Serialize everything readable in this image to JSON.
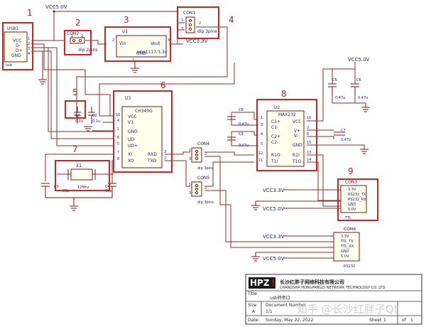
{
  "annotations": [
    "1",
    "2",
    "3",
    "4",
    "5",
    "6",
    "7",
    "8",
    "9"
  ],
  "power": {
    "vcc5": "VCC5.0V",
    "vcc33": "VCC3.3V"
  },
  "usb1": {
    "ref": "USB1",
    "pins": [
      "VCC",
      "D-",
      "D+",
      "GND"
    ],
    "nums": [
      "1",
      "2",
      "3",
      "4"
    ],
    "foot": "usb"
  },
  "con2": {
    "ref": "CON2",
    "nums": [
      "1",
      "2"
    ],
    "value": "dip 2pins"
  },
  "u1": {
    "ref": "U1",
    "vin": "Vin",
    "vout": "Vout",
    "gnd": "GND",
    "value": "ams1117-3.3v",
    "n1": "1",
    "n2": "2",
    "n3": "3"
  },
  "con1": {
    "ref": "CON1",
    "nums": [
      "1",
      "2",
      "3"
    ],
    "value": "dip 3pins"
  },
  "caps": {
    "c1": {
      "ref": "C1",
      "value": "0.1u"
    },
    "c2": {
      "ref": "C2",
      "value": "0.1u"
    },
    "c3": {
      "ref": "C3",
      "value": "33p"
    },
    "c4": {
      "ref": "C4",
      "value": "33p"
    },
    "c5": {
      "ref": "C5",
      "value": "0.47u"
    },
    "c6": {
      "ref": "C6",
      "value": "0.47u"
    },
    "c7": {
      "ref": "C7",
      "value": "0.47u"
    },
    "c8": {
      "ref": "C8",
      "value": "0.47u"
    },
    "c9": {
      "ref": "C9",
      "value": "0.47u"
    }
  },
  "x1": {
    "ref": "X1",
    "value": "12Mhz"
  },
  "u3": {
    "ref": "U3",
    "value": "CH340G",
    "left_pins": [
      {
        "num": "16",
        "name": "VCC"
      },
      {
        "num": "4",
        "name": "V3"
      },
      {
        "num": "1",
        "name": "GND"
      },
      {
        "num": "6",
        "name": "UD-"
      },
      {
        "num": "5",
        "name": "UD+"
      },
      {
        "num": "7",
        "name": "XI"
      },
      {
        "num": "8",
        "name": "XO"
      }
    ],
    "right_pins": [
      {
        "num": "3",
        "name": "RXD"
      },
      {
        "num": "2",
        "name": "TXD"
      }
    ]
  },
  "u2": {
    "ref": "U2",
    "value": "MAX232",
    "left_pins": [
      {
        "num": "1",
        "name": "C1+"
      },
      {
        "num": "3",
        "name": "C1-"
      },
      {
        "num": "4",
        "name": "C2+"
      },
      {
        "num": "5",
        "name": "C2-"
      },
      {
        "num": "12",
        "name": "R1O"
      },
      {
        "num": "11",
        "name": "T1I"
      }
    ],
    "right_pins": [
      {
        "num": "16",
        "name": "VCC"
      },
      {
        "num": "2",
        "name": "V+"
      },
      {
        "num": "6",
        "name": "V-"
      },
      {
        "num": "15",
        "name": "GND"
      },
      {
        "num": "13",
        "name": "R1I"
      },
      {
        "num": "14",
        "name": "T1O"
      }
    ]
  },
  "con4": {
    "ref": "CON4",
    "nums": [
      "1",
      "2",
      "3"
    ],
    "value": "dip 3pins"
  },
  "con5": {
    "ref": "CON5",
    "nums": [
      "1",
      "2",
      "3"
    ],
    "value": "dip 3pins"
  },
  "con3": {
    "ref": "CON3",
    "pins": [
      "3.3V",
      "RS232_TX",
      "RS232_RX",
      "GND",
      "5.0V"
    ],
    "foot": "TTL"
  },
  "con6": {
    "ref": "CON6",
    "pins": [
      "3.3V",
      "TTL_TX",
      "TTL_RX",
      "GND",
      "5.0V"
    ],
    "foot": "RS232"
  },
  "titleblock": {
    "logo_left": "HPZ",
    "logo_right": "!",
    "company": "长沙红胖子网络科技有限公司",
    "company_en": "CHANGSHA HONGPANGZI NETWORK TECHNOLOGY CO.,LTD",
    "title_label": "Title",
    "title_value": "usb转串口",
    "size_label": "Size",
    "size_value": "A",
    "docnum_label": "Document Number",
    "docnum_value": "1/1",
    "date_label": "Date:",
    "date_value": "Sunday, May 22, 2022",
    "sheet_label": "Sheet",
    "sheet_value": "1",
    "of_label": "of",
    "of_value": "1"
  },
  "watermark": "知乎 @长沙红胖子Qt"
}
